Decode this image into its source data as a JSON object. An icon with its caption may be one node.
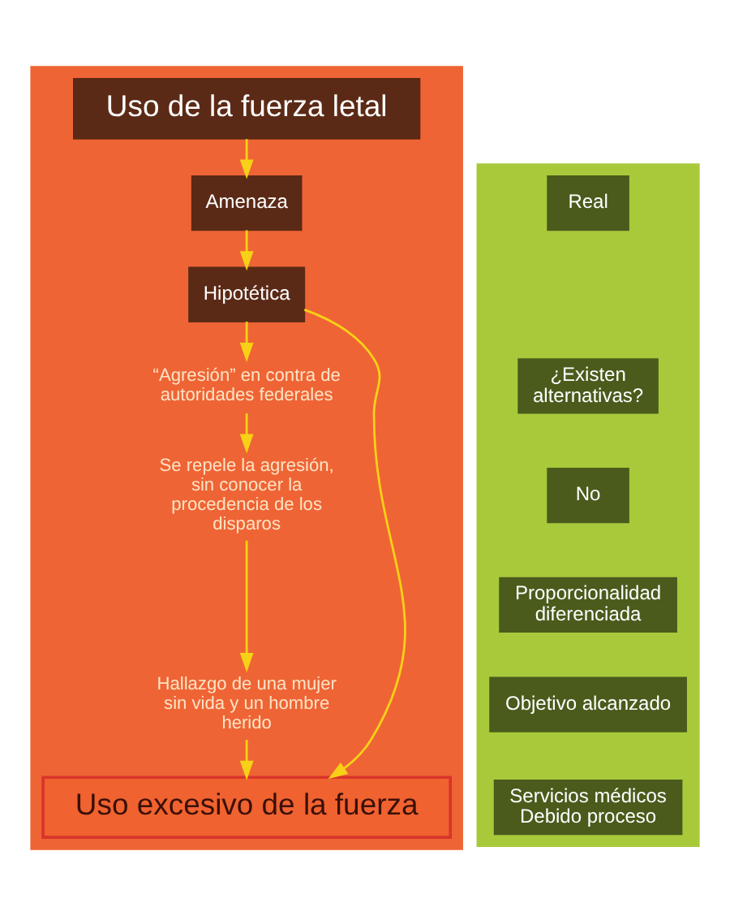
{
  "diagram": {
    "nodes": [
      {
        "text": [],
        "shape": "box"
      },
      {
        "text": [],
        "shape": "box"
      },
      {
        "text": [
          "Uso de la fuerza letal"
        ],
        "in": 0
      },
      {
        "text": [
          "Amenaza"
        ],
        "in": 0
      },
      {
        "text": [
          "Real"
        ],
        "in": 1
      },
      {
        "text": [
          "Hipotética"
        ],
        "in": 0
      },
      {
        "text": [
          "“Agresión” en contra de autoridades federales"
        ],
        "in": 0
      },
      {
        "text": [
          "¿Existen alternativas?"
        ],
        "in": 1
      },
      {
        "text": [
          "Se repele la agresión, sin conocer la procedencia de los disparos"
        ],
        "in": 0
      },
      {
        "text": [
          "No"
        ],
        "in": 1
      },
      {
        "text": [
          "Proporcionalidad diferenciada"
        ],
        "in": 1
      },
      {
        "text": [
          "Hallazgo de una mujer sin vida y un hombre herido"
        ],
        "in": 0
      },
      {
        "text": [
          "Objetivo alcanzado"
        ],
        "in": 1
      },
      {
        "text": [
          "Uso excesivo de la fuerza"
        ],
        "in": 0
      },
      {
        "text": [
          "Servicios médicos",
          "Debido proceso"
        ],
        "in": 1
      }
    ],
    "edges": [
      {
        "from": 2,
        "to": 3,
        "arrow": "to"
      },
      {
        "from": 3,
        "to": 5,
        "arrow": "to"
      },
      {
        "from": 5,
        "to": 6,
        "arrow": "to"
      },
      {
        "from": 6,
        "to": 8,
        "arrow": "to"
      },
      {
        "from": 8,
        "to": 11,
        "arrow": "to"
      },
      {
        "from": 11,
        "to": 13,
        "arrow": "to"
      },
      {
        "from": 5,
        "to": 13,
        "arrow": "to"
      }
    ]
  }
}
